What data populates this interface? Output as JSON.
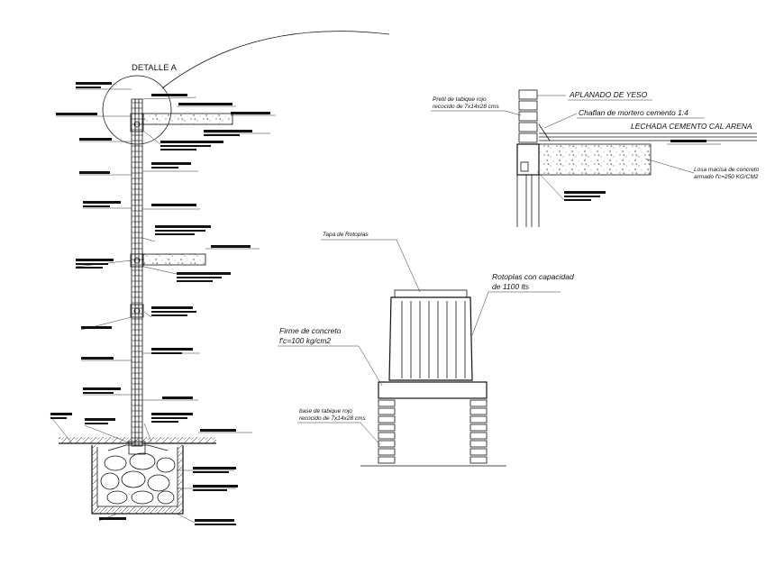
{
  "detail_title": "DETALLE A",
  "detail_labels": {
    "aplanado": "APLANADO DE YESO",
    "chaflan": "Chaflan de mortero cemento 1:4",
    "lechada": "LECHADA CEMENTO CAL ARENA",
    "pretil_line1": "Pretil de tabique rojo",
    "pretil_line2": "recocido de 7x14x28 cms",
    "losa_line1": "Losa macisa de concreto",
    "losa_line2": "armado f'c=250 KG/CM2"
  },
  "tank_labels": {
    "tapa": "Tapa de Rotoplas",
    "rotoplas_line1": "Rotoplas con capacidad",
    "rotoplas_line2": "de 1100 lts",
    "firme_line1": "Firme de concreto",
    "firme_line2": "f'c=100 kg/cm2",
    "base_line1": "base de tabique rojo",
    "base_line2": "recocido de 7x14x28 cms"
  },
  "colors": {
    "line": "#111111",
    "background": "#ffffff"
  }
}
